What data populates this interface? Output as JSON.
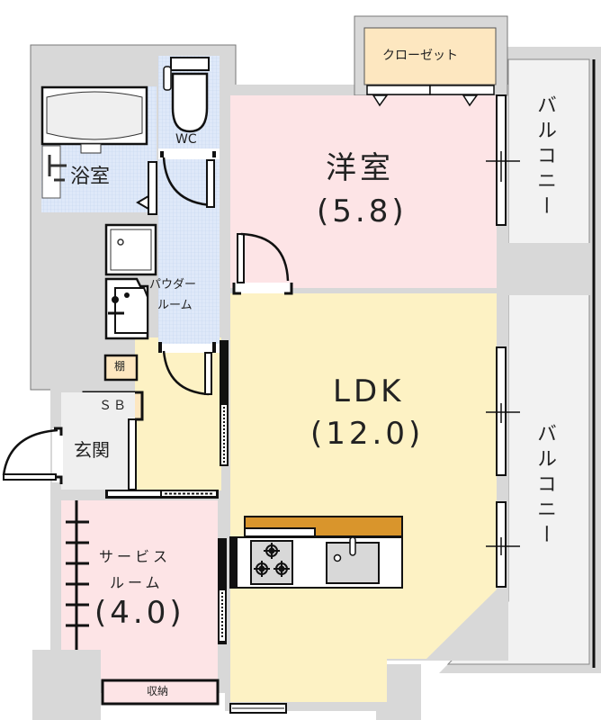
{
  "floor_plan": {
    "rooms": {
      "western_room": {
        "name": "洋室",
        "size": "(5.8)"
      },
      "closet": {
        "name": "クローゼット"
      },
      "ldk": {
        "name": "LDK",
        "size": "(12.0)"
      },
      "service_room": {
        "name_line1": "サービス",
        "name_line2": "ルーム",
        "size": "(4.0)"
      },
      "bathroom": {
        "name": "浴室"
      },
      "wc": {
        "name": "WC"
      },
      "powder_room": {
        "name_line1": "パウダー",
        "name_line2": "ルーム"
      },
      "entrance": {
        "name": "玄関"
      },
      "shoe_box": {
        "name": "ＳＢ"
      },
      "shelf": {
        "name": "棚"
      },
      "storage": {
        "name": "収納"
      },
      "balcony_upper": {
        "name": "バルコニー"
      },
      "balcony_lower": {
        "name": "バルコニー"
      }
    },
    "colors": {
      "wall": "#d8d8d8",
      "western_room": "#fde4e6",
      "ldk": "#fdf2c4",
      "closet": "#fde7c0",
      "wet_area": "#dde8f8",
      "entrance": "#efefef",
      "balcony": "#f2f2f2",
      "counter": "#d9952c",
      "line": "#111111"
    }
  }
}
